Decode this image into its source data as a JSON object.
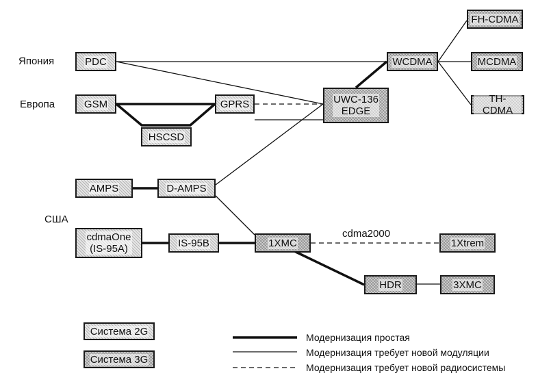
{
  "regions": {
    "japan": "Япония",
    "europe": "Европа",
    "usa": "США"
  },
  "systems": {
    "pdc": "PDC",
    "gsm": "GSM",
    "gprs": "GPRS",
    "hscsd": "HSCSD",
    "uwc136_edge": "UWC-136\nEDGE",
    "wcdma": "WCDMA",
    "fh_cdma": "FH-CDMA",
    "mcdma": "MCDMA",
    "th_cdma": "TH-CDMA",
    "amps": "AMPS",
    "d_amps": "D-AMPS",
    "cdmaone": "cdmaOne\n(IS-95A)",
    "is95b": "IS-95B",
    "onexmc": "1XMC",
    "onextrem": "1Xtrem",
    "hdr": "HDR",
    "threexmc": "3XMC"
  },
  "annotations": {
    "cdma2000": "cdma2000"
  },
  "legend": {
    "system_2g": "Система 2G",
    "system_3g": "Система 3G",
    "line_simple": "Модернизация простая",
    "line_modulation": "Модернизация требует новой модуляции",
    "line_radio": "Модернизация требует новой радиосистемы"
  }
}
